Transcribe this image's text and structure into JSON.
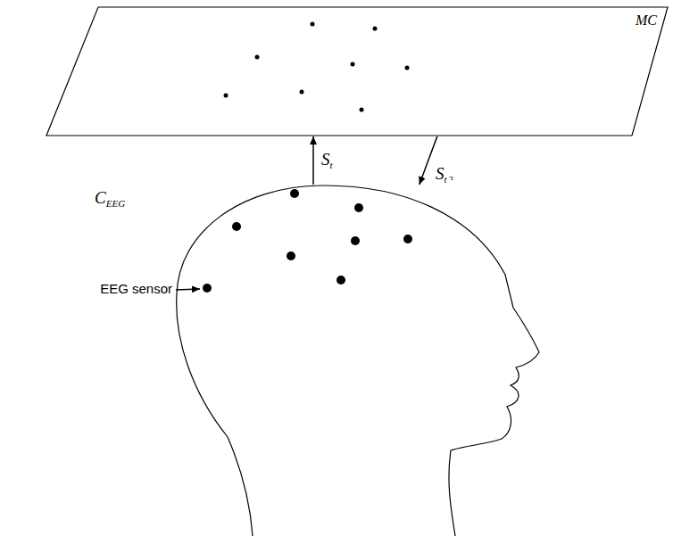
{
  "diagram": {
    "nodes": [
      {
        "text": [
          "MC"
        ]
      },
      {
        "text": [
          "CEEG"
        ]
      }
    ],
    "edges": [
      {
        "from": 1,
        "to": 0,
        "arrow": "to",
        "label": "St"
      },
      {
        "from": 0,
        "to": 1,
        "arrow": "to",
        "label": "St⁻¹"
      }
    ],
    "labels": [
      "EEG sensor"
    ]
  }
}
